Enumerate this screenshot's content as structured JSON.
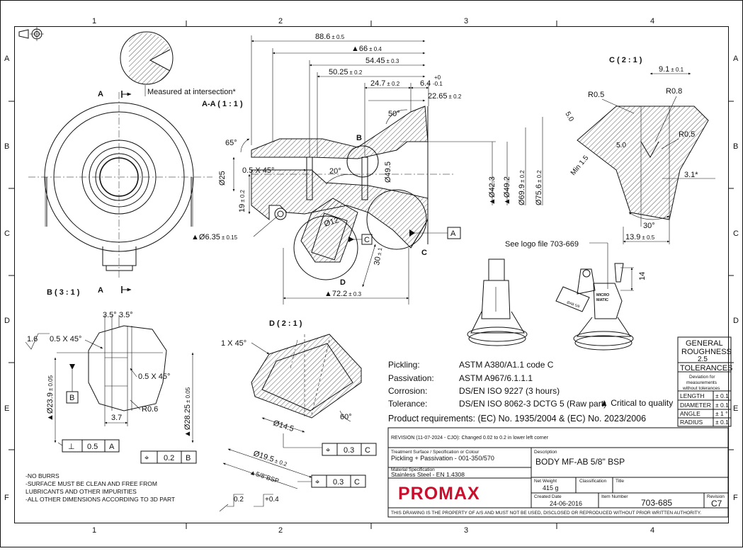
{
  "frame": {
    "zones_top": [
      "1",
      "2",
      "3",
      "4"
    ],
    "zones_side": [
      "A",
      "B",
      "C",
      "D",
      "E",
      "F"
    ]
  },
  "views": {
    "section_aa": "A-A ( 1 : 1 )",
    "detail_b": "B ( 3 : 1 )",
    "detail_c": "C ( 2 : 1 )",
    "detail_d": "D ( 2 : 1 )",
    "cut_letter": "A",
    "mark_b": "B",
    "mark_c": "C",
    "mark_d": "D"
  },
  "notes": {
    "measured": "Measured at intersection*",
    "logo": "See logo file 703-669",
    "critical": "▲ Critical to quality",
    "general": [
      "-NO BURRS",
      "-SURFACE MUST BE CLEAN AND FREE FROM",
      " LUBRICANTS AND OTHER IMPURITIES",
      "-ALL OTHER DIMENSIONS ACCORDING TO 3D PART"
    ],
    "logo_text_1": "MICRO",
    "logo_text_2": "MATIC",
    "logo_text_3": "ØAB 5/8"
  },
  "dims_aa": {
    "d1": "88.6",
    "t1": "± 0.5",
    "d2": "▲66",
    "t2": "± 0.4",
    "d3": "54.45",
    "t3": "± 0.3",
    "d4": "50.25",
    "t4": "± 0.2",
    "d5": "24.7",
    "t5": "± 0.2",
    "d6": "6.4",
    "t6a": "+0",
    "t6b": "-0.1",
    "d7": "22.65",
    "t7": "± 0.2",
    "angle65": "65°",
    "angle50": "50°",
    "angle20": "20°",
    "chamfer": "0.5 X 45°",
    "dia25": "Ø25",
    "dim19": "19",
    "t19": "± 0.2",
    "dia49_5": "Ø49.5",
    "dia42_3": "▲Ø42.3",
    "dia49_2": "▲Ø49.2",
    "dia69_9": "Ø69.9",
    "t69": "± 0.2",
    "dia75_6": "Ø75.6",
    "t75": "± 0.2",
    "dia12": "Ø12",
    "dia6_35": "▲Ø6.35",
    "t635": "± 0.15",
    "dim30": "30",
    "t30": "± 1",
    "dim72": "▲72.2",
    "t72": "± 0.3",
    "datum_a": "A",
    "datum_c": "C"
  },
  "dims_c": {
    "d9_1": "9.1",
    "t9_1": "± 0.1",
    "r05a": "R0.5",
    "r08": "R0.8",
    "r05b": "R0.5",
    "d5_0a": "5.0",
    "d5_0b": "5.0",
    "min15": "Min 1.5",
    "d3_1": "3.1*",
    "a30": "30°",
    "d13_9": "13.9",
    "t13_9": "± 0.5"
  },
  "dims_b": {
    "a35a": "3.5°",
    "a35b": "3.5°",
    "rough": "1.6",
    "ch1": "0.5 X 45°",
    "ch2": "0.5 X 45°",
    "dia23_9": "▲Ø23.9",
    "t23_9": "± 0.05",
    "datum_b": "B",
    "d3_7": "3.7",
    "r06": "R0.6",
    "dia28_25": "▲Ø28.25",
    "t28_25": "± 0.05",
    "fcf1_sym": "⊥",
    "fcf1_val": "0.5",
    "fcf1_ref": "A",
    "fcf2_sym": "⌖",
    "fcf2_val": "0.2",
    "fcf2_ref": "B"
  },
  "dims_d": {
    "ch": "1 X 45°",
    "a60": "60°",
    "dia14_5": "Ø14.5",
    "dia19_5": "Ø19.5",
    "t19_5": "± 0.2",
    "thread": "▲5/8\"BSP",
    "fcf_sym": "⌖",
    "fcf_val": "0.3",
    "fcf_ref": "C",
    "dev1": "0.2",
    "dev2": "+0.4"
  },
  "spec": {
    "rows": [
      {
        "label": "Pickling:",
        "value": "ASTM A380/A1.1 code C"
      },
      {
        "label": "Passivation:",
        "value": "ASTM A967/6.1.1.1"
      },
      {
        "label": "Corrosion:",
        "value": "DS/EN ISO 9227 (3 hours)"
      },
      {
        "label": "Tolerance:",
        "value": "DS/EN ISO 8062-3 DCTG 5 (Raw part)"
      }
    ],
    "product": "Product requirements: (EC) No. 1935/2004 & (EC) No. 2023/2006"
  },
  "gen_table": {
    "title1": "GENERAL",
    "title2": "ROUGHNESS",
    "roughness": "2.5",
    "tol_title": "TOLERANCES",
    "tol_sub1": "Deviation for",
    "tol_sub2": "measurements",
    "tol_sub3": "without tolerances",
    "rows": [
      {
        "k": "LENGTH",
        "v": "± 0.1"
      },
      {
        "k": "DIAMETER",
        "v": "± 0.1"
      },
      {
        "k": "ANGLE",
        "v": "± 1 °"
      },
      {
        "k": "RADIUS",
        "v": "± 0.1"
      }
    ]
  },
  "title_block": {
    "revision_note": "REVISION (11-07-2024 - CJO): Changed 0.02 to 0.2 in lower left corner",
    "treat_label": "Treatment Surface / Specification or Colour",
    "treat_value": "Pickling + Passivation - 001-350/570",
    "mat_label": "Material Specification",
    "mat_value": "Stainless Steel - EN 1.4308",
    "desc_label": "Description",
    "desc_value": "BODY MF-AB 5/8\" BSP",
    "logo": "PROMAX",
    "weight_label": "Net Weight",
    "weight_value": "415 g",
    "class_label": "Classification",
    "title_label": "Title",
    "created_label": "Created Date",
    "created_value": "24-06-2016",
    "item_label": "Item Number",
    "item_value": "703-685",
    "rev_label": "Revision",
    "rev_value": "C7",
    "footer": "THIS DRAWING IS THE PROPERTY OF  A/S AND MUST NOT BE USED, DISCLOSED OR REPRODUCED WITHOUT PRIOR WRITTEN AUTHORITY."
  },
  "colors": {
    "logo_red": "#c8102e",
    "line": "#111111"
  }
}
